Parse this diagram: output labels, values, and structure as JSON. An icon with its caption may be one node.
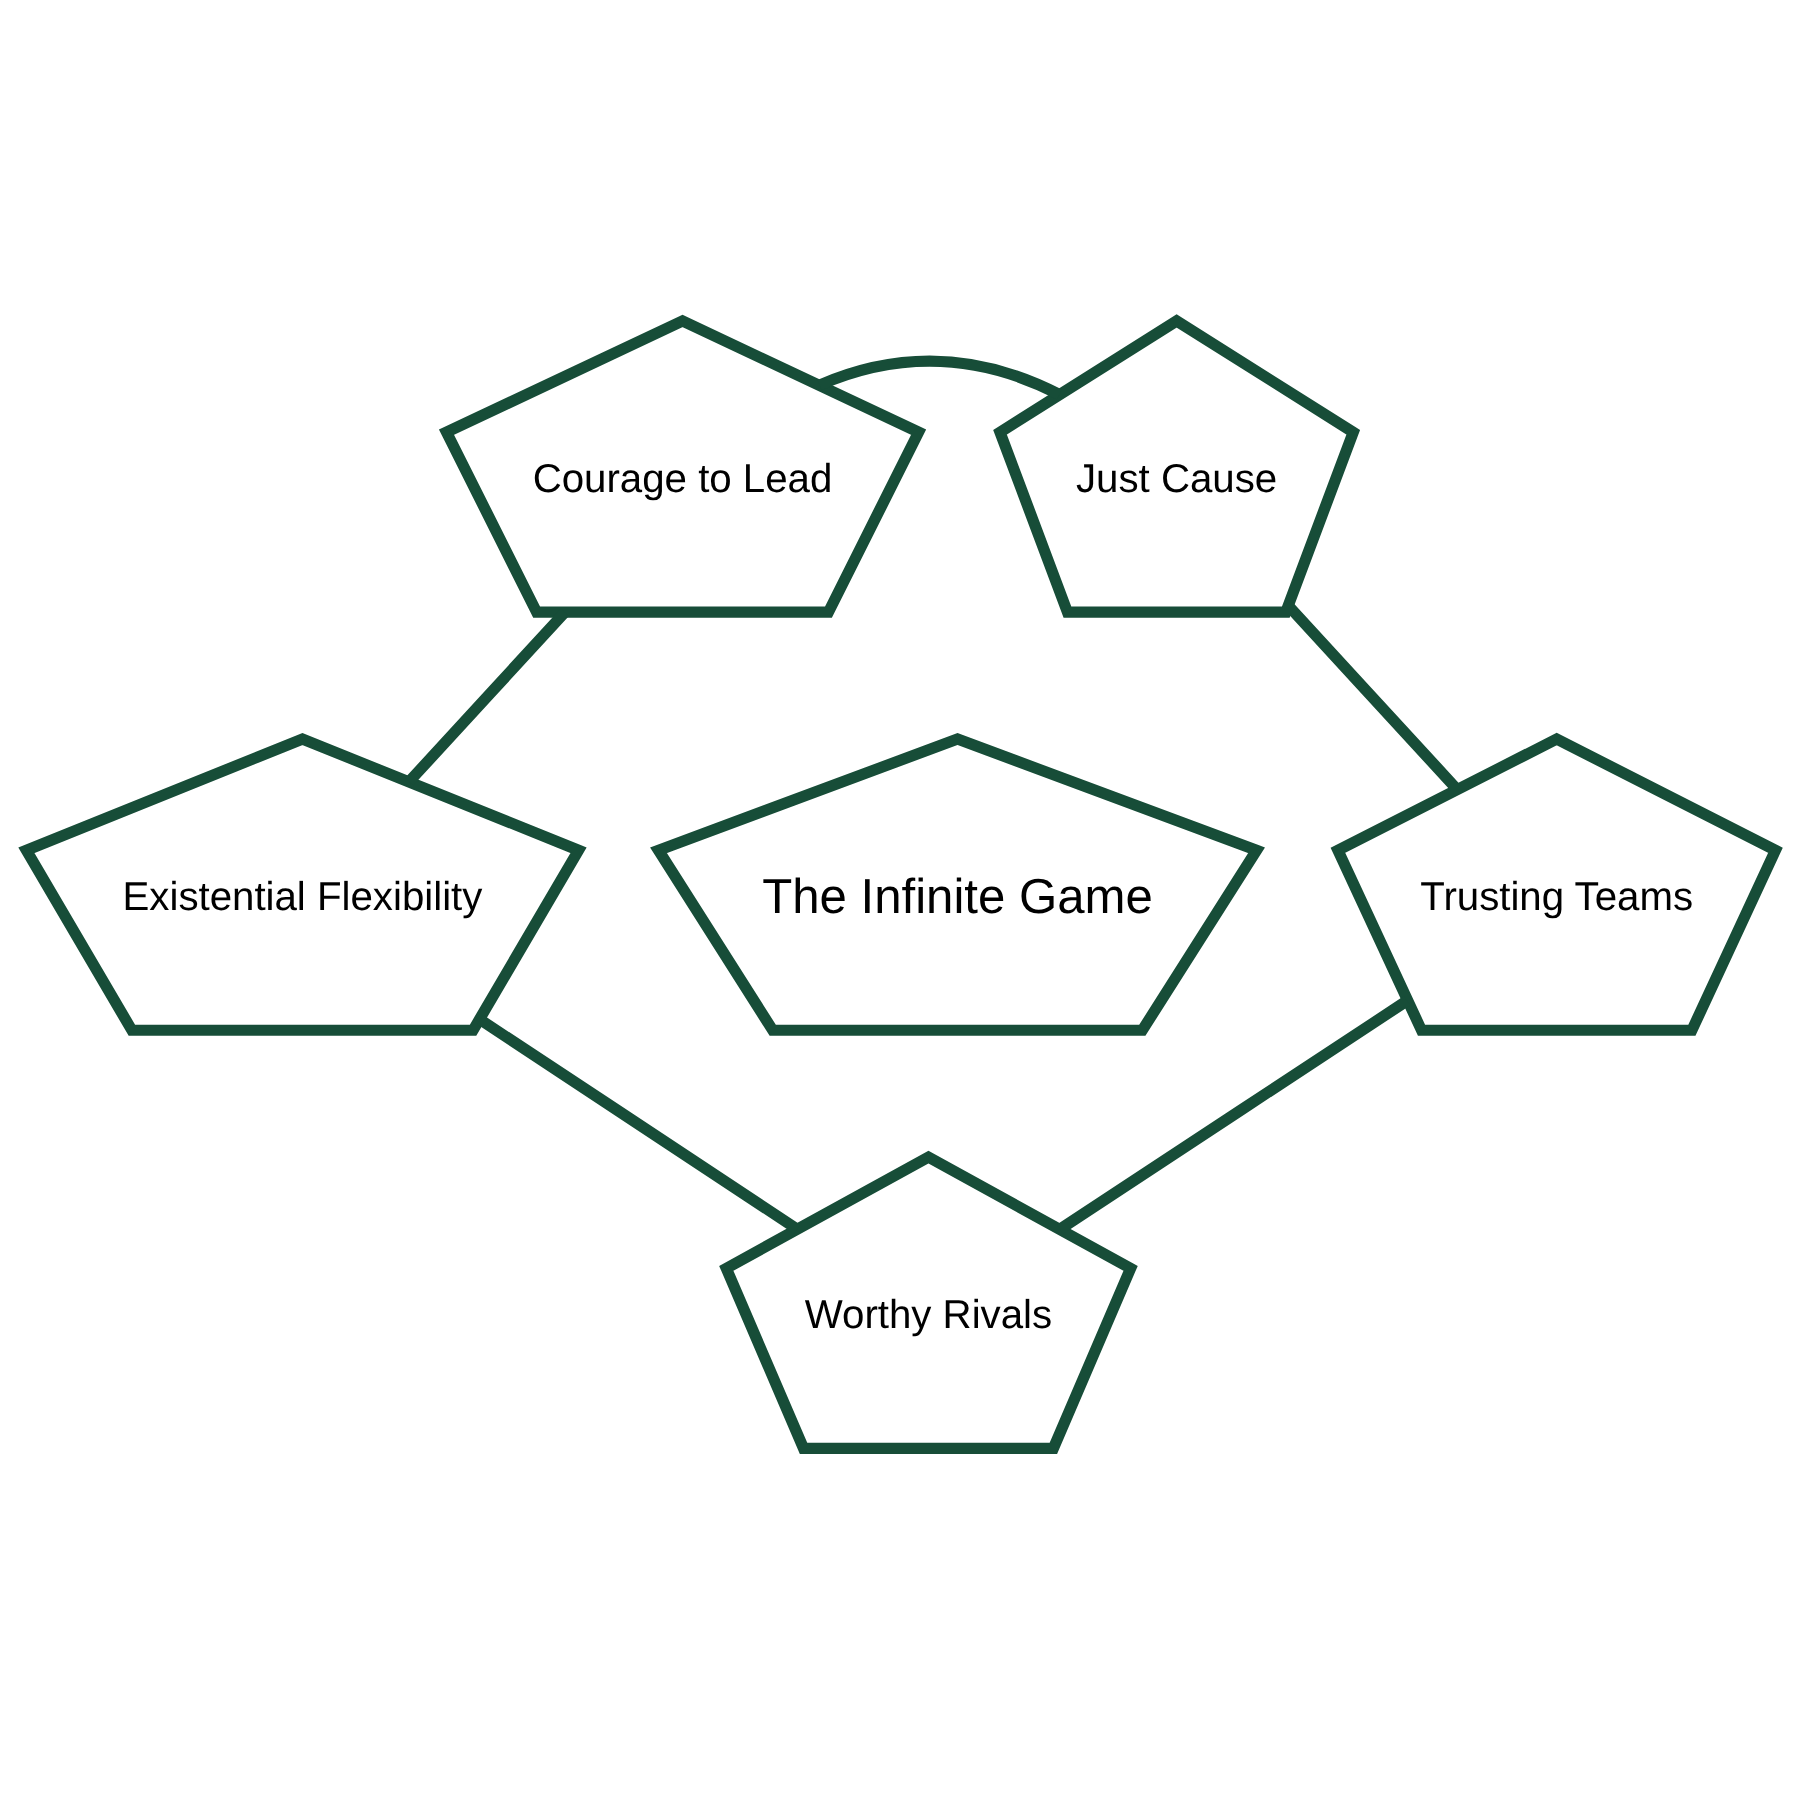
{
  "diagram": {
    "nodes": [
      {
        "text": [
          "Courage to Lead"
        ]
      },
      {
        "text": [
          "Just Cause"
        ]
      },
      {
        "text": [
          "The Infinite Game"
        ]
      },
      {
        "text": [
          "Existential Flexibility"
        ]
      },
      {
        "text": [
          "Trusting Teams"
        ]
      },
      {
        "text": [
          "Worthy Rivals"
        ]
      }
    ],
    "edges": [
      {
        "from": 0,
        "to": 1,
        "arrow": "none"
      },
      {
        "from": 1,
        "to": 4,
        "arrow": "none"
      },
      {
        "from": 4,
        "to": 5,
        "arrow": "none"
      },
      {
        "from": 5,
        "to": 3,
        "arrow": "none"
      },
      {
        "from": 3,
        "to": 0,
        "arrow": "none"
      }
    ]
  }
}
